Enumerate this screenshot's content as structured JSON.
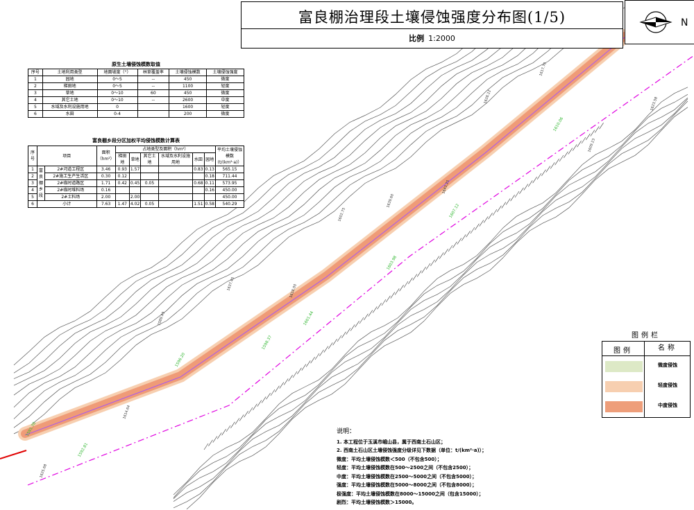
{
  "title": "富良棚治理段土壤侵蚀强度分布图(1/5)",
  "scale_label": "比例",
  "scale_value": "1:2000",
  "compass": {
    "icon": "north-arrow-icon",
    "letter": "N"
  },
  "colors": {
    "slight_erosion": "#dde9c6",
    "light_erosion": "#f7cfb0",
    "moderate_erosion": "#ee9e7a",
    "road_band": "#ef9b77",
    "boundary_dash": "#e000e0",
    "green_labels": "#2bb52b",
    "contours": "#555555"
  },
  "table1": {
    "title": "原生土壤侵蚀模数取值",
    "headers": [
      "序号",
      "土地利用类型",
      "地面坡度（°）",
      "林草覆盖率",
      "土壤侵蚀模数",
      "土壤侵蚀强度"
    ],
    "rows": [
      [
        "1",
        "园地",
        "0～5",
        "--",
        "450",
        "微度"
      ],
      [
        "2",
        "梯田地",
        "0～5",
        "--",
        "1100",
        "轻度"
      ],
      [
        "3",
        "草地",
        "0～10",
        "60",
        "450",
        "微度"
      ],
      [
        "4",
        "其它土地",
        "0～10",
        "--",
        "2600",
        "中度"
      ],
      [
        "5",
        "水域及水利设施用地",
        "0",
        "",
        "1600",
        "轻度"
      ],
      [
        "6",
        "水田",
        "0-4",
        "",
        "200",
        "微度"
      ]
    ]
  },
  "table2": {
    "title": "富良棚乡段分区加权平均侵蚀模数计算表",
    "h_seq": "序号",
    "h_item": "项目",
    "h_area": "面积（hm²）",
    "h_group": "占地类型及面积（hm²）",
    "h_sub": [
      "梯田地",
      "草地",
      "其它土地",
      "水域及水利设施用地",
      "水田",
      "园地"
    ],
    "h_avg": "平均土壤侵蚀模数(t/(km²·a)）",
    "township": "富良棚乡段",
    "rows": [
      [
        "1",
        "2#河道工程区",
        "3.46",
        "0.93",
        "1.57",
        "",
        "",
        "0.83",
        "0.13",
        "565.15"
      ],
      [
        "2",
        "2#施工生产生活区",
        "0.30",
        "0.12",
        "",
        "",
        "",
        "",
        "0.18",
        "711.44"
      ],
      [
        "3",
        "2#临时道路区",
        "1.71",
        "0.42",
        "0.45",
        "0.05",
        "",
        "0.68",
        "0.11",
        "573.95"
      ],
      [
        "4",
        "2#临时堆料场",
        "0.16",
        "",
        "",
        "",
        "",
        "",
        "0.16",
        "450.00"
      ],
      [
        "5",
        "2#土料场",
        "2.00",
        "",
        "2.00",
        "",
        "",
        "",
        "",
        "450.00"
      ],
      [
        "6",
        "小计",
        "7.63",
        "1.47",
        "4.02",
        "0.05",
        "",
        "1.51",
        "0.58",
        "540.29"
      ]
    ]
  },
  "legend": {
    "title": "图例栏",
    "col1": "图例",
    "col2": "名称",
    "items": [
      {
        "name": "微度侵蚀",
        "color": "#dde9c6"
      },
      {
        "name": "轻度侵蚀",
        "color": "#f7cfb0"
      },
      {
        "name": "中度侵蚀",
        "color": "#ee9e7a"
      }
    ]
  },
  "notes": {
    "heading": "说明：",
    "lines": [
      "1. 本工程位于玉溪市峨山县，属于西南土石山区；",
      "2. 西南土石山区土壤侵蚀强度分级详见下数据（单位：t/(km²·a)）；",
      "微度：平均土壤侵蚀模数＜500（不包含500）；",
      "轻度：平均土壤侵蚀模数在500～2500之间（不包含2500）；",
      "中度：平均土壤侵蚀模数在2500～5000之间（不包含5000）；",
      "强度：平均土壤侵蚀模数在5000～8000之间（不包含8000）；",
      "极强度：平均土壤侵蚀模数在8000～15000之间（包含15000）；",
      "剧烈：平均土壤侵蚀模数＞15000。"
    ]
  },
  "map_labels": [
    {
      "text": "1625.68"
    },
    {
      "text": "1614.64"
    },
    {
      "text": "1589.43"
    },
    {
      "text": "1637.45"
    },
    {
      "text": "1618.00"
    },
    {
      "text": "1602.75"
    },
    {
      "text": "1639.60"
    },
    {
      "text": "1643.25"
    },
    {
      "text": "1628.22"
    },
    {
      "text": "1617.70"
    },
    {
      "text": "1609.23"
    },
    {
      "text": "1623.58"
    }
  ],
  "green_labels": [
    {
      "text": "1591.70"
    },
    {
      "text": "1592.81"
    },
    {
      "text": "1596.20"
    },
    {
      "text": "1598.37"
    },
    {
      "text": "1601.44"
    },
    {
      "text": "1603.98"
    },
    {
      "text": "1607.12"
    },
    {
      "text": "1610.06"
    }
  ]
}
